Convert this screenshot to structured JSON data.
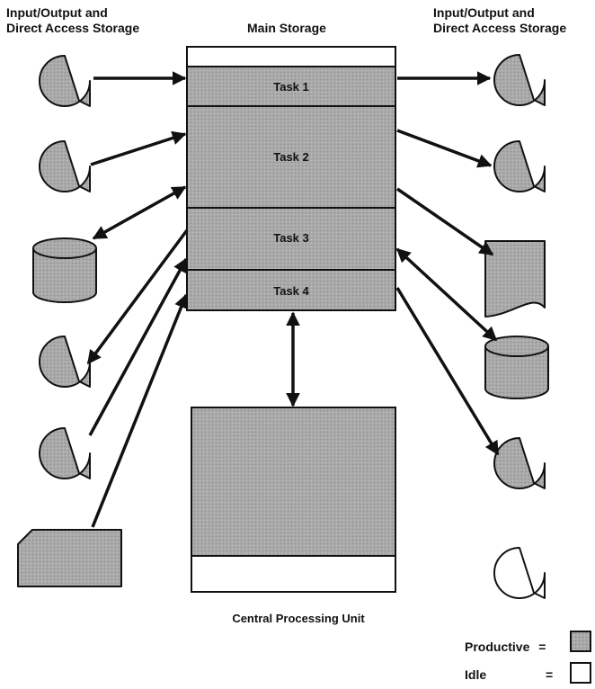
{
  "headers": {
    "left_line1": "Input/Output and",
    "left_line2": "Direct Access Storage",
    "center": "Main Storage",
    "right_line1": "Input/Output and",
    "right_line2": "Direct Access Storage"
  },
  "tasks": [
    "Task 1",
    "Task 2",
    "Task 3",
    "Task 4"
  ],
  "cpu_label": "Central Processing Unit",
  "legend": {
    "productive_label": "Productive",
    "idle_label": "Idle",
    "equals": "="
  },
  "colors": {
    "productive_fill": "#a9a9a9",
    "idle_fill": "#ffffff",
    "stroke": "#111111"
  }
}
